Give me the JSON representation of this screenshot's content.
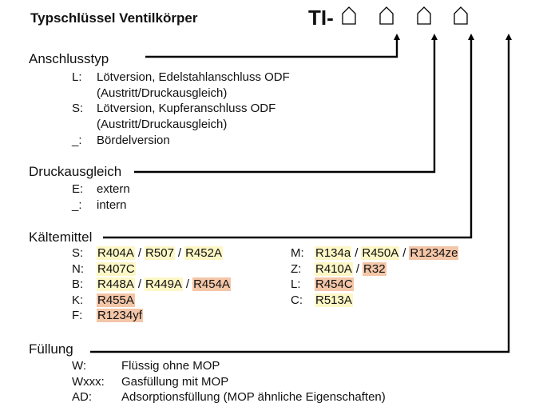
{
  "title": "Typschlüssel Ventilkörper",
  "code_prefix": "TI-",
  "sections": [
    {
      "heading": "Anschlusstyp",
      "items": [
        {
          "key": "L:",
          "lines": [
            "Lötversion, Edelstahlanschluss ODF",
            "(Austritt/Druckausgleich)"
          ]
        },
        {
          "key": "S:",
          "lines": [
            "Lötversion, Kupferanschluss ODF",
            "(Austritt/Druckausgleich)"
          ]
        },
        {
          "key": "_:",
          "lines": [
            "Bördelversion"
          ]
        }
      ]
    },
    {
      "heading": "Druckausgleich",
      "items": [
        {
          "key": "E:",
          "lines": [
            "extern"
          ]
        },
        {
          "key": "_:",
          "lines": [
            "intern"
          ]
        }
      ]
    },
    {
      "heading": "Kältemittel",
      "left": [
        {
          "key": "S:",
          "refrigerants": [
            {
              "name": "R404A",
              "tone": "y"
            },
            {
              "name": "R507",
              "tone": "y"
            },
            {
              "name": "R452A",
              "tone": "y"
            }
          ]
        },
        {
          "key": "N:",
          "refrigerants": [
            {
              "name": "R407C",
              "tone": "y"
            }
          ]
        },
        {
          "key": "B:",
          "refrigerants": [
            {
              "name": "R448A",
              "tone": "y"
            },
            {
              "name": "R449A",
              "tone": "y"
            },
            {
              "name": "R454A",
              "tone": "o"
            }
          ]
        },
        {
          "key": "K:",
          "refrigerants": [
            {
              "name": "R455A",
              "tone": "o"
            }
          ]
        },
        {
          "key": "F:",
          "refrigerants": [
            {
              "name": "R1234yf",
              "tone": "o"
            }
          ]
        }
      ],
      "right": [
        {
          "key": "M:",
          "refrigerants": [
            {
              "name": "R134a",
              "tone": "y"
            },
            {
              "name": "R450A",
              "tone": "y"
            },
            {
              "name": "R1234ze",
              "tone": "o"
            }
          ]
        },
        {
          "key": "Z:",
          "refrigerants": [
            {
              "name": "R410A",
              "tone": "y"
            },
            {
              "name": "R32",
              "tone": "o"
            }
          ]
        },
        {
          "key": "L:",
          "refrigerants": [
            {
              "name": "R454C",
              "tone": "o"
            }
          ]
        },
        {
          "key": "C:",
          "refrigerants": [
            {
              "name": "R513A",
              "tone": "y"
            }
          ]
        }
      ]
    },
    {
      "heading": "Füllung",
      "items": [
        {
          "key": "W:",
          "lines": [
            "Flüssig ohne MOP"
          ]
        },
        {
          "key": "Wxxx:",
          "lines": [
            "Gasfüllung mit MOP"
          ]
        },
        {
          "key": "AD:",
          "lines": [
            "Adsorptionsfüllung (MOP ähnliche Eigenschaften)"
          ]
        }
      ]
    }
  ],
  "colors": {
    "highlight_yellow": "#fdf7c6",
    "highlight_orange": "#f4c6a8",
    "line": "#000000"
  }
}
